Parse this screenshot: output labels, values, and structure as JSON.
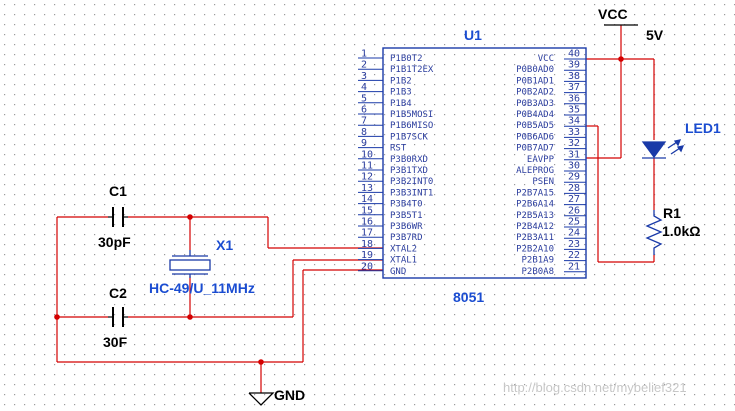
{
  "chip": {
    "ref": "U1",
    "value": "8051",
    "left_pins": [
      {
        "num": "1",
        "label": "P1B0T2"
      },
      {
        "num": "2",
        "label": "P1B1T2EX"
      },
      {
        "num": "3",
        "label": "P1B2"
      },
      {
        "num": "4",
        "label": "P1B3"
      },
      {
        "num": "5",
        "label": "P1B4"
      },
      {
        "num": "6",
        "label": "P1B5MOSI"
      },
      {
        "num": "7",
        "label": "P1B6MISO"
      },
      {
        "num": "8",
        "label": "P1B7SCK"
      },
      {
        "num": "9",
        "label": "RST"
      },
      {
        "num": "10",
        "label": "P3B0RXD"
      },
      {
        "num": "11",
        "label": "P3B1TXD"
      },
      {
        "num": "12",
        "label": "P3B2INT0"
      },
      {
        "num": "13",
        "label": "P3B3INT1"
      },
      {
        "num": "14",
        "label": "P3B4T0"
      },
      {
        "num": "15",
        "label": "P3B5T1"
      },
      {
        "num": "16",
        "label": "P3B6WR"
      },
      {
        "num": "17",
        "label": "P3B7RD"
      },
      {
        "num": "18",
        "label": "XTAL2"
      },
      {
        "num": "19",
        "label": "XTAL1"
      },
      {
        "num": "20",
        "label": "GND"
      }
    ],
    "right_pins": [
      {
        "num": "40",
        "label": "VCC"
      },
      {
        "num": "39",
        "label": "P0B0AD0"
      },
      {
        "num": "38",
        "label": "P0B1AD1"
      },
      {
        "num": "37",
        "label": "P0B2AD2"
      },
      {
        "num": "36",
        "label": "P0B3AD3"
      },
      {
        "num": "35",
        "label": "P0B4AD4"
      },
      {
        "num": "34",
        "label": "P0B5AD5"
      },
      {
        "num": "33",
        "label": "P0B6AD6"
      },
      {
        "num": "32",
        "label": "P0B7AD7"
      },
      {
        "num": "31",
        "label": "EAVPP"
      },
      {
        "num": "30",
        "label": "ALEPROG"
      },
      {
        "num": "29",
        "label": "PSEN"
      },
      {
        "num": "28",
        "label": "P2B7A15"
      },
      {
        "num": "27",
        "label": "P2B6A14"
      },
      {
        "num": "26",
        "label": "P2B5A13"
      },
      {
        "num": "25",
        "label": "P2B4A12"
      },
      {
        "num": "24",
        "label": "P2B3A11"
      },
      {
        "num": "23",
        "label": "P2B2A10"
      },
      {
        "num": "22",
        "label": "P2B1A9"
      },
      {
        "num": "21",
        "label": "P2B0A8"
      }
    ]
  },
  "vcc": {
    "label": "VCC",
    "voltage": "5V"
  },
  "gnd": {
    "label": "GND"
  },
  "c1": {
    "ref": "C1",
    "value": "30pF"
  },
  "c2": {
    "ref": "C2",
    "value": "30F"
  },
  "x1": {
    "ref": "X1",
    "value": "HC-49/U_11MHz"
  },
  "led": {
    "ref": "LED1"
  },
  "r1": {
    "ref": "R1",
    "value": "1.0kΩ"
  },
  "watermark": "http://blog.csdn.net/mybelief321",
  "colors": {
    "wire": "#d40000",
    "part": "#1a3aa8",
    "pin_text": "#2b3d9e",
    "ref": "#1a4cd1",
    "grid": "#9a9a9a"
  }
}
